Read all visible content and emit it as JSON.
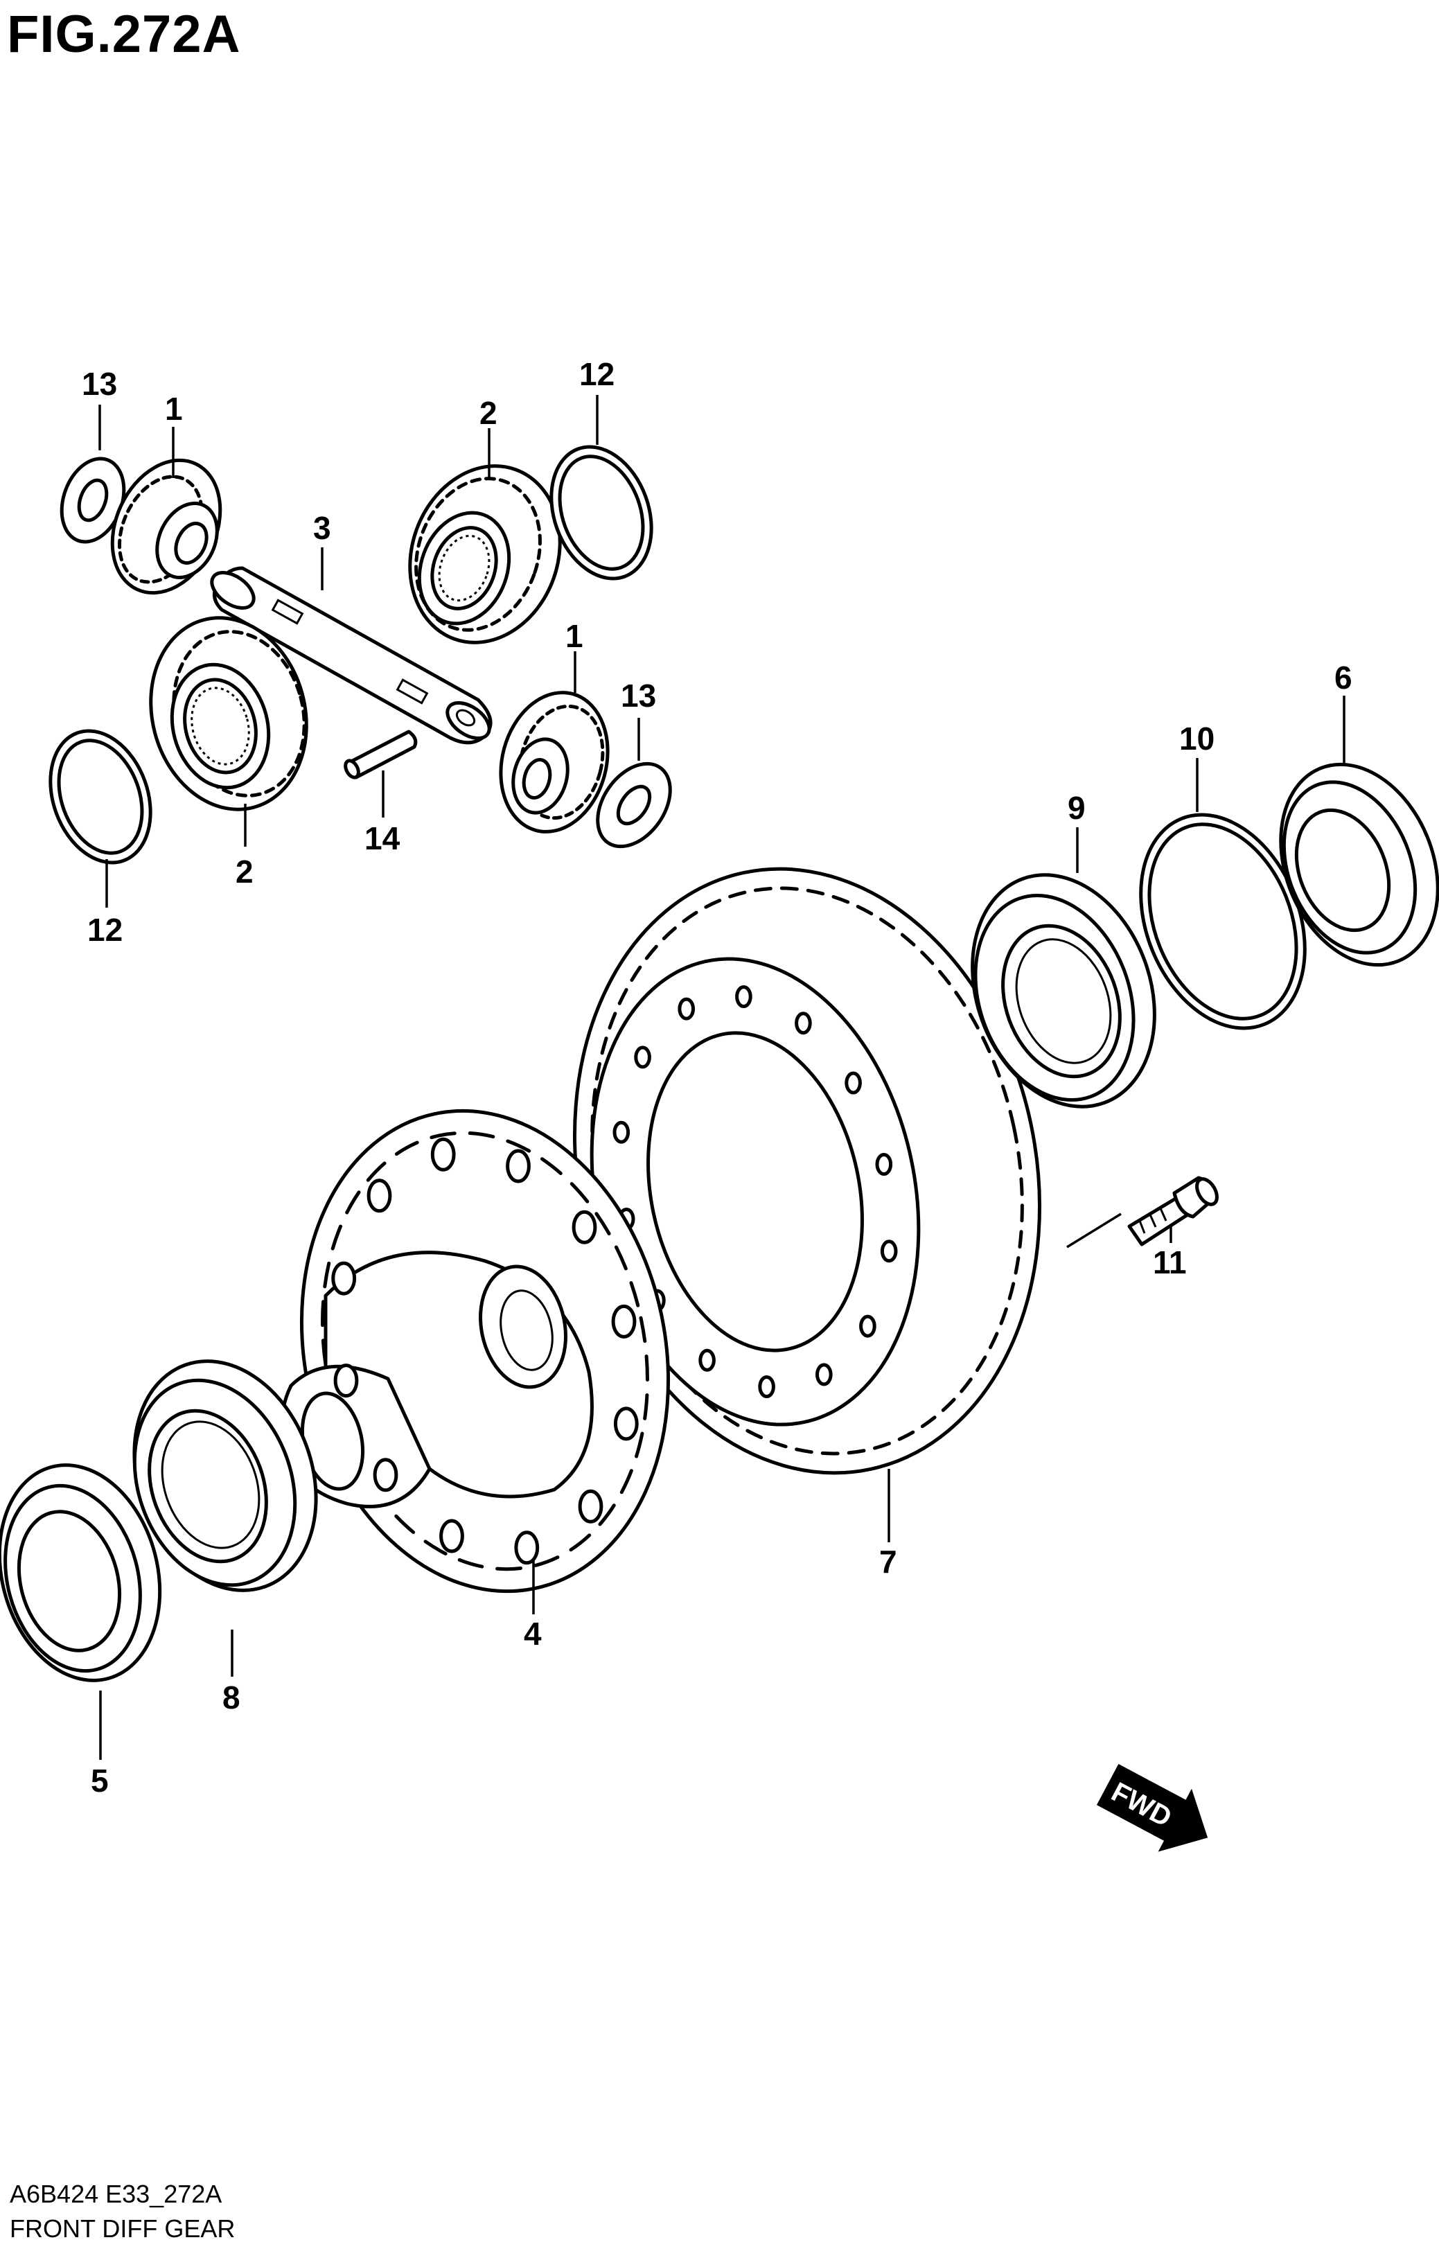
{
  "figure": {
    "title": "FIG.272A",
    "code": "A6B424 E33_272A",
    "name": "FRONT DIFF GEAR"
  },
  "direction_marker": {
    "label": "FWD"
  },
  "callouts": [
    {
      "id": "c13a",
      "label": "13"
    },
    {
      "id": "c1a",
      "label": "1"
    },
    {
      "id": "c3",
      "label": "3"
    },
    {
      "id": "c2a",
      "label": "2"
    },
    {
      "id": "c12a",
      "label": "12"
    },
    {
      "id": "c1b",
      "label": "1"
    },
    {
      "id": "c13b",
      "label": "13"
    },
    {
      "id": "c14",
      "label": "14"
    },
    {
      "id": "c2b",
      "label": "2"
    },
    {
      "id": "c12b",
      "label": "12"
    },
    {
      "id": "c6",
      "label": "6"
    },
    {
      "id": "c10",
      "label": "10"
    },
    {
      "id": "c9",
      "label": "9"
    },
    {
      "id": "c11",
      "label": "11"
    },
    {
      "id": "c7",
      "label": "7"
    },
    {
      "id": "c4",
      "label": "4"
    },
    {
      "id": "c8",
      "label": "8"
    },
    {
      "id": "c5",
      "label": "5"
    }
  ]
}
